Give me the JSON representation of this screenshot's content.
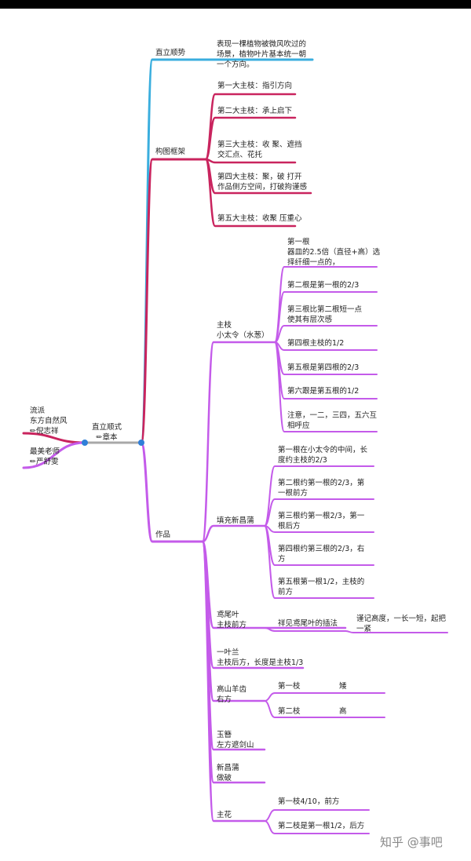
{
  "colors": {
    "blue": "#3aaede",
    "red": "#c9245e",
    "purple": "#c45bea",
    "gray": "#a8a8a8",
    "dot": "#2f7fd8"
  },
  "watermark": "知乎 @事吧",
  "left": {
    "school": "流派\n东方自然风\n✏倪志祥",
    "teacher": "最美老师\n✏严舒雯"
  },
  "center": "直立顺式\n✏章本",
  "branch1": {
    "label": "直立顺势",
    "desc": "表现一棵植物被微风吹过的\n场景，植物叶片基本统一朝\n一个方向。"
  },
  "branch2": {
    "label": "构图框架",
    "items": [
      "第一大主枝：指引方向",
      "第二大主枝：承上启下",
      "第三大主枝：收 聚、遮挡\n交汇点、花托",
      "第四大主枝：聚，破 打开\n作品侧方空间，打破拘谨感",
      "第五大主枝：收聚 压重心"
    ]
  },
  "branch3": {
    "label": "作品",
    "main_branch": {
      "label": "主枝\n小太令（水葱）",
      "items": [
        "第一根\n器皿的2.5倍（直径+高）选\n择纤细一点的，",
        "第二根是第一根的2/3",
        "第三根比第二根短一点\n使其有层次感",
        "第四根主枝的1/2",
        "第五根是第四根的2/3",
        "第六跟是第五根的1/2",
        "注意，一二，三四，五六互\n相呼应"
      ]
    },
    "fill_branch": {
      "label": "填充新昌蒲",
      "items": [
        "第一根在小太令的中间，长\n度约主枝的2/3",
        "第二根约第一根的2/3，第\n一根前方",
        "第三根约第一根2/3，第一\n根后方",
        "第四根约第三根的2/3，右\n方",
        "第五根第一根1/2，主枝的\n前方"
      ]
    },
    "iris": {
      "label": "鸢尾叶\n主枝前方",
      "sub": "祥见鸢尾叶的插法",
      "note": "谨记高度，一长一短，起把\n一紧"
    },
    "aspidistra": {
      "label": "一叶兰\n主枝后方，长度是主枝1/3"
    },
    "alpine": {
      "label": "高山羊齿\n右方",
      "items": [
        {
          "name": "第一枝",
          "value": "矮"
        },
        {
          "name": "第二枝",
          "value": "高"
        }
      ]
    },
    "hosta": {
      "label": "玉簪\n左方遮剑山"
    },
    "calamus": {
      "label": "新昌蒲\n做破"
    },
    "flower": {
      "label": "主花",
      "items": [
        "第一枝4/10，前方",
        "第二枝是第一根1/2，后方"
      ]
    }
  }
}
